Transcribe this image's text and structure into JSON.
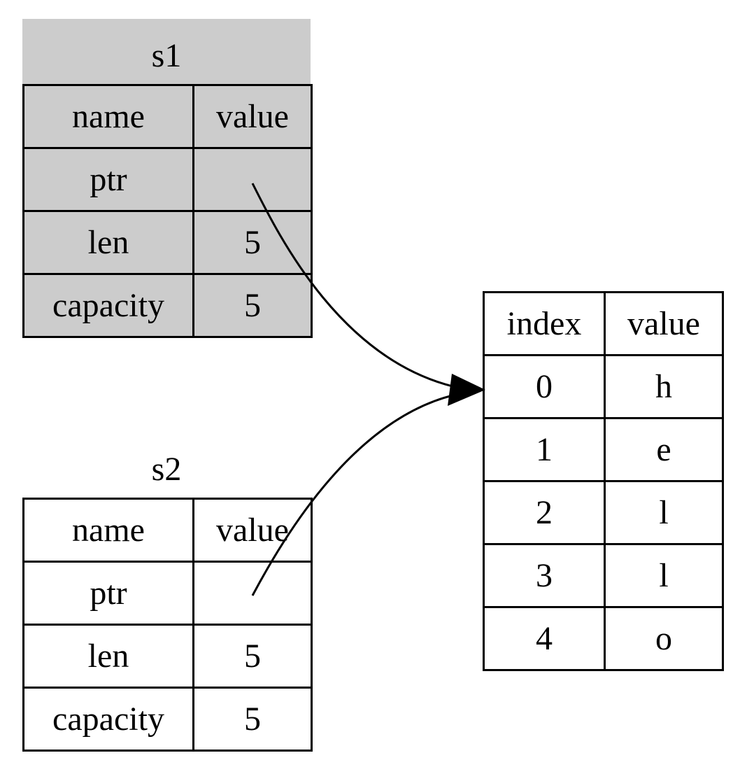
{
  "colors": {
    "stack_fill": "#cccccc",
    "line": "#000000",
    "background": "#ffffff"
  },
  "s1": {
    "title": "s1",
    "header": {
      "name": "name",
      "value": "value"
    },
    "rows": [
      {
        "name": "ptr",
        "value": ""
      },
      {
        "name": "len",
        "value": "5"
      },
      {
        "name": "capacity",
        "value": "5"
      }
    ]
  },
  "s2": {
    "title": "s2",
    "header": {
      "name": "name",
      "value": "value"
    },
    "rows": [
      {
        "name": "ptr",
        "value": ""
      },
      {
        "name": "len",
        "value": "5"
      },
      {
        "name": "capacity",
        "value": "5"
      }
    ]
  },
  "heap": {
    "header": {
      "index": "index",
      "value": "value"
    },
    "rows": [
      {
        "index": "0",
        "value": "h"
      },
      {
        "index": "1",
        "value": "e"
      },
      {
        "index": "2",
        "value": "l"
      },
      {
        "index": "3",
        "value": "l"
      },
      {
        "index": "4",
        "value": "o"
      }
    ]
  }
}
